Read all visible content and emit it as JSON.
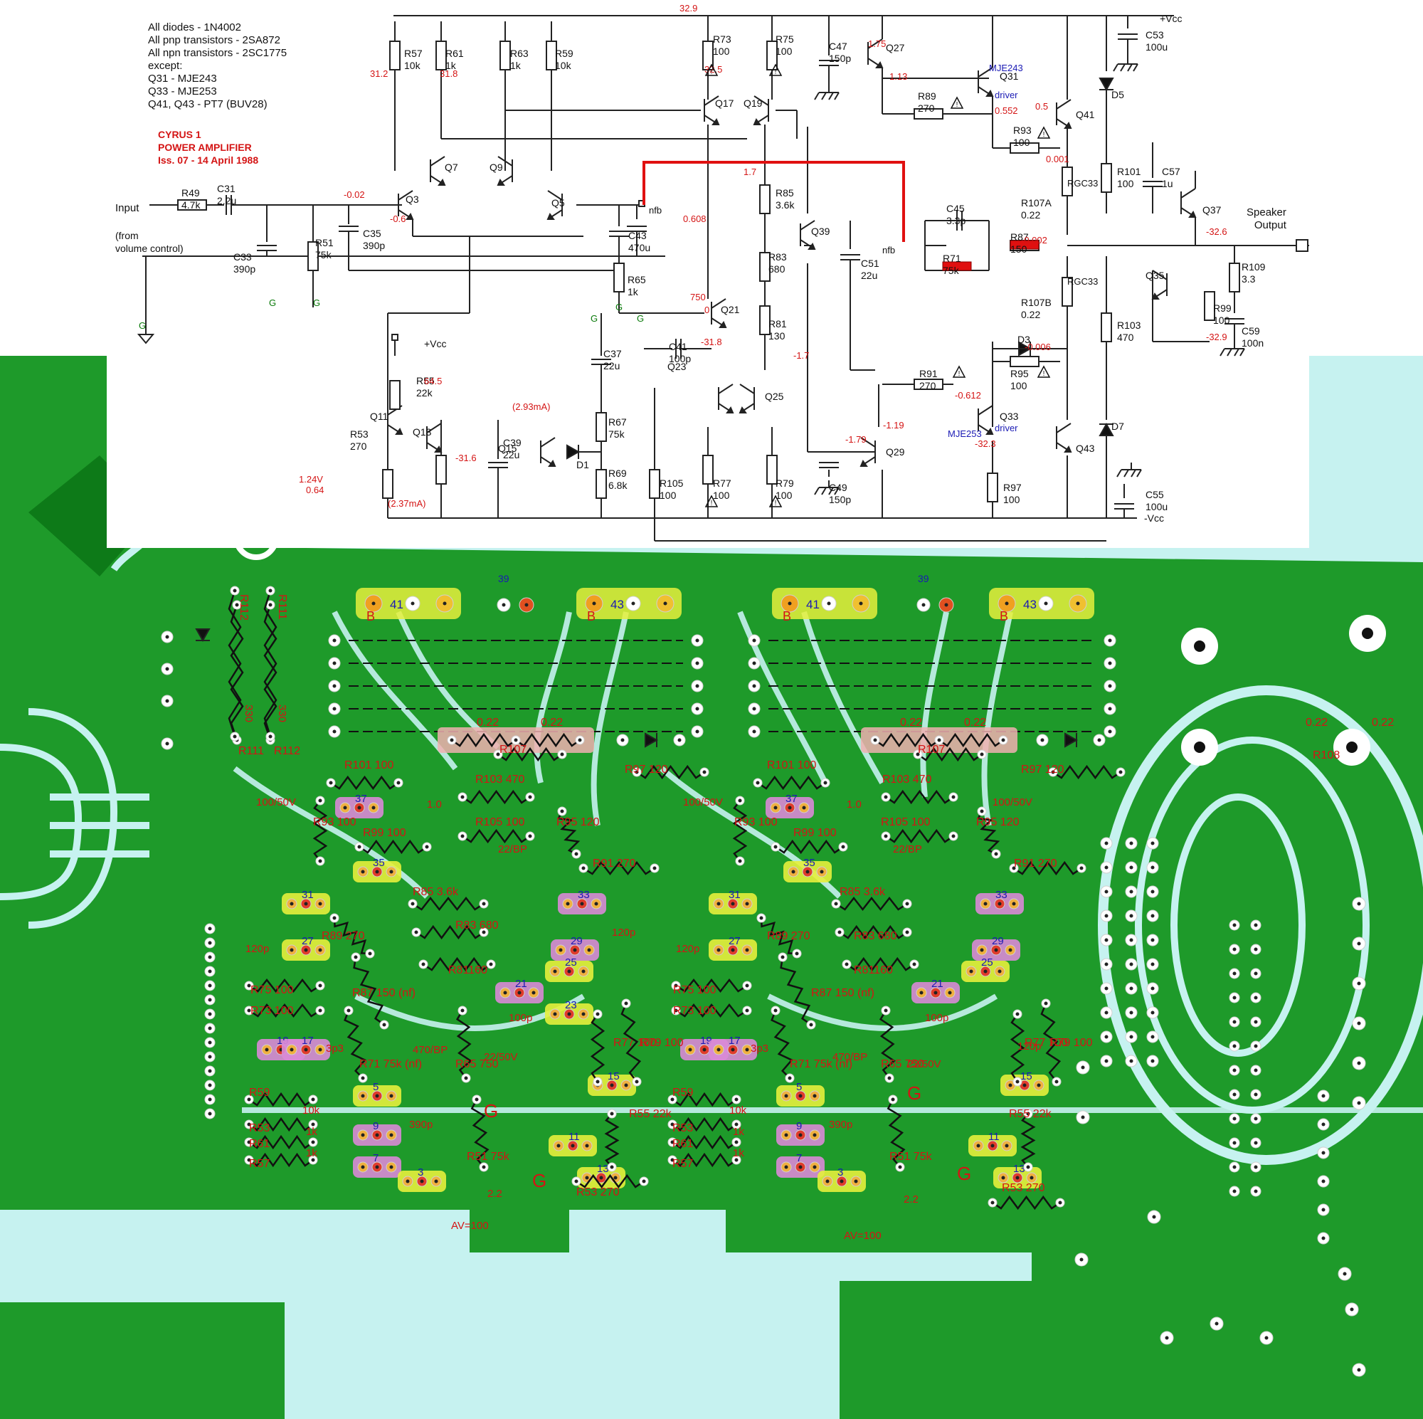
{
  "notes": {
    "lines": [
      "All diodes - 1N4002",
      "All pnp transistors - 2SA872",
      "All npn transistors - 2SC1775",
      "except:",
      "Q31 - MJE243",
      "Q33 - MJE253",
      "Q41, Q43 - PT7 (BUV28)"
    ],
    "title_lines": [
      "CYRUS 1",
      "POWER AMPLIFIER",
      "Iss. 07 - 14 April 1988"
    ]
  },
  "io": {
    "input": "Input",
    "input_note": [
      "(from",
      "volume control)"
    ],
    "output": [
      "Speaker",
      "Output"
    ],
    "vcc_pos": "+Vcc",
    "vcc_neg": "-Vcc",
    "nfb": "nfb",
    "q13_vcc": "+Vcc"
  },
  "schematic_components": [
    {
      "ref": "R49",
      "value": "4.7k"
    },
    {
      "ref": "C31",
      "value": "2.2u"
    },
    {
      "ref": "C33",
      "value": "390p"
    },
    {
      "ref": "R51",
      "value": "75k"
    },
    {
      "ref": "C35",
      "value": "390p"
    },
    {
      "ref": "R57",
      "value": "10k"
    },
    {
      "ref": "R61",
      "value": "1k"
    },
    {
      "ref": "R63",
      "value": "1k"
    },
    {
      "ref": "R59",
      "value": "10k"
    },
    {
      "ref": "R73",
      "value": "100"
    },
    {
      "ref": "R75",
      "value": "100"
    },
    {
      "ref": "C47",
      "value": "150p"
    },
    {
      "ref": "C43",
      "value": "470u"
    },
    {
      "ref": "R65",
      "value": "1k"
    },
    {
      "ref": "R85",
      "value": "3.6k"
    },
    {
      "ref": "R83",
      "value": "680"
    },
    {
      "ref": "R81",
      "value": "130"
    },
    {
      "ref": "C51",
      "value": "22u"
    },
    {
      "ref": "C45",
      "value": "3.3p"
    },
    {
      "ref": "R71",
      "value": "75k"
    },
    {
      "ref": "R87",
      "value": "150"
    },
    {
      "ref": "R89",
      "value": "270"
    },
    {
      "ref": "R93",
      "value": "100"
    },
    {
      "ref": "R101",
      "value": "100"
    },
    {
      "ref": "C57",
      "value": "1u"
    },
    {
      "ref": "R107A",
      "value": "0.22"
    },
    {
      "ref": "R107B",
      "value": "0.22"
    },
    {
      "ref": "R109",
      "value": "3.3"
    },
    {
      "ref": "C59",
      "value": "100n"
    },
    {
      "ref": "R99",
      "value": "100"
    },
    {
      "ref": "R103",
      "value": "470"
    },
    {
      "ref": "R91",
      "value": "270"
    },
    {
      "ref": "R95",
      "value": "100"
    },
    {
      "ref": "R97",
      "value": "100"
    },
    {
      "ref": "C49",
      "value": "150p"
    },
    {
      "ref": "C53",
      "value": "100u"
    },
    {
      "ref": "C55",
      "value": "100u"
    },
    {
      "ref": "R55",
      "value": "22k"
    },
    {
      "ref": "R53",
      "value": "270"
    },
    {
      "ref": "C37",
      "value": "22u"
    },
    {
      "ref": "R67",
      "value": "75k"
    },
    {
      "ref": "R69",
      "value": "6.8k"
    },
    {
      "ref": "C39",
      "value": "22u"
    },
    {
      "ref": "R105",
      "value": "100"
    },
    {
      "ref": "R77",
      "value": "100"
    },
    {
      "ref": "R79",
      "value": "100"
    },
    {
      "ref": "C41",
      "value": "100p"
    }
  ],
  "transistors": [
    "Q3",
    "Q5",
    "Q7",
    "Q9",
    "Q11",
    "Q13",
    "Q15",
    "Q17",
    "Q19",
    "Q21",
    "Q23",
    "Q25",
    "Q27",
    "Q29",
    "Q31",
    "Q33",
    "Q35",
    "Q37",
    "Q39",
    "Q41",
    "Q43"
  ],
  "driver_labels": {
    "q31_type": "MJE243",
    "q33_type": "MJE253",
    "driver": "driver"
  },
  "rgc": "RGC33",
  "diodes": [
    "D1",
    "D3",
    "D5",
    "D7"
  ],
  "ground_label": "G",
  "voltages": [
    "32.9",
    "31.2",
    "31.8",
    "-0.02",
    "-0.6",
    "0.608",
    "32.5",
    "1.75",
    "1.13",
    "0.552",
    "0.5",
    "0.001",
    "-0.002",
    "-32.6",
    "-32.9",
    "-0.006",
    "-0.612",
    "-1.19",
    "-1.79",
    "-32.3",
    "-31.8",
    "-1.7",
    "1.7",
    "750",
    "0",
    "64.5",
    "(2.93mA)",
    "-31.6",
    "1.24V",
    "0.64",
    "(2.37mA)"
  ],
  "pcb": {
    "transistor_pads": [
      "41",
      "43",
      "41",
      "43",
      "39",
      "39",
      "37",
      "35",
      "37",
      "35",
      "31",
      "33",
      "31",
      "33",
      "27",
      "29",
      "27",
      "29",
      "25",
      "21",
      "25",
      "21",
      "23",
      "19",
      "17",
      "19",
      "17",
      "5",
      "15",
      "5",
      "15",
      "9",
      "11",
      "9",
      "11",
      "7",
      "13",
      "7",
      "13",
      "3",
      "3"
    ],
    "resistor_labels": [
      "R101 100",
      "R103 470",
      "R105 100",
      "R99 100",
      "R93 100",
      "R95 120",
      "R91 270",
      "R85 3.6k",
      "R83 680",
      "R81160",
      "R89 270",
      "R87 150 (nf)",
      "R75 100",
      "R73 100",
      "R71 75k (nf)",
      "R65 750",
      "R77 100",
      "R79 100",
      "R59",
      "R53",
      "R61",
      "R57",
      "R51 75k",
      "R55 22k",
      "R53 270",
      "R107",
      "R97 120",
      "R112",
      "R111",
      "R108"
    ],
    "values": [
      "100/50V",
      "1.0",
      "22/BP",
      "100p",
      "22/50V",
      "470/BP",
      "120p",
      "3p3",
      "390p",
      "2.2",
      "10k",
      "1k",
      "330",
      "0.22"
    ],
    "gain": "AV=100",
    "bplus": "B",
    "ground": "G"
  },
  "colors": {
    "ink": "#111111",
    "annot": "#d41414",
    "trace": "#1e9a2a",
    "board": "#c6f2f0",
    "pad_yellow": "#e6f03c",
    "pad_pink": "#d98ad6",
    "pad_blue": "#1a1ab4"
  }
}
